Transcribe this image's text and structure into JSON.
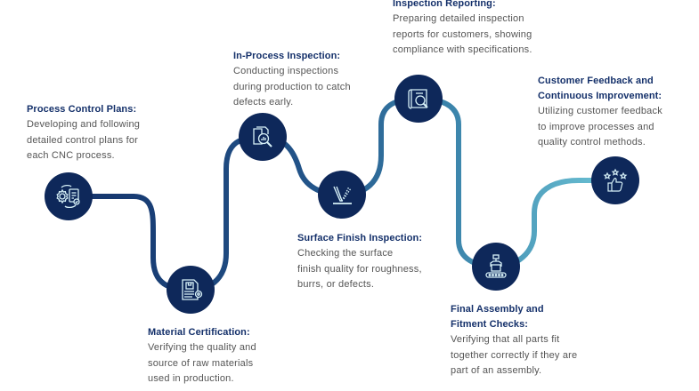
{
  "colors": {
    "node_fill": "#0e285a",
    "title": "#14306a",
    "description": "#555555",
    "path_start": "#14336b",
    "path_mid": "#2a6496",
    "path_end": "#6cc3d5",
    "icon_stroke": "#d6f0f7"
  },
  "steps": [
    {
      "title": "Process Control Plans:",
      "description_lines": [
        "Developing and following",
        "detailed control plans for",
        "each CNC process."
      ],
      "icon": "gear-document-cycle-icon"
    },
    {
      "title": "Material Certification:",
      "description_lines": [
        "Verifying the quality and",
        "source of raw materials",
        "used in production."
      ],
      "icon": "certificate-icon"
    },
    {
      "title": "In-Process Inspection:",
      "description_lines": [
        "Conducting inspections",
        "during production to catch",
        "defects early."
      ],
      "icon": "document-magnifier-icon"
    },
    {
      "title": "Surface Finish Inspection:",
      "description_lines": [
        "Checking the surface",
        "finish quality for roughness,",
        "burrs, or defects."
      ],
      "icon": "surface-finish-icon"
    },
    {
      "title": "Inspection Reporting:",
      "description_lines": [
        "Preparing detailed inspection",
        "reports for customers, showing",
        "compliance with specifications."
      ],
      "icon": "report-magnifier-icon"
    },
    {
      "title_lines": [
        "Final Assembly and",
        "Fitment Checks:"
      ],
      "description_lines": [
        "Verifying that all parts fit",
        "together correctly if they are",
        "part of an assembly."
      ],
      "icon": "assembly-conveyor-icon"
    },
    {
      "title_lines": [
        "Customer Feedback and",
        "Continuous Improvement:"
      ],
      "description_lines": [
        "Utilizing customer feedback",
        "to improve processes and",
        "quality control methods."
      ],
      "icon": "thumbs-up-stars-icon"
    }
  ]
}
